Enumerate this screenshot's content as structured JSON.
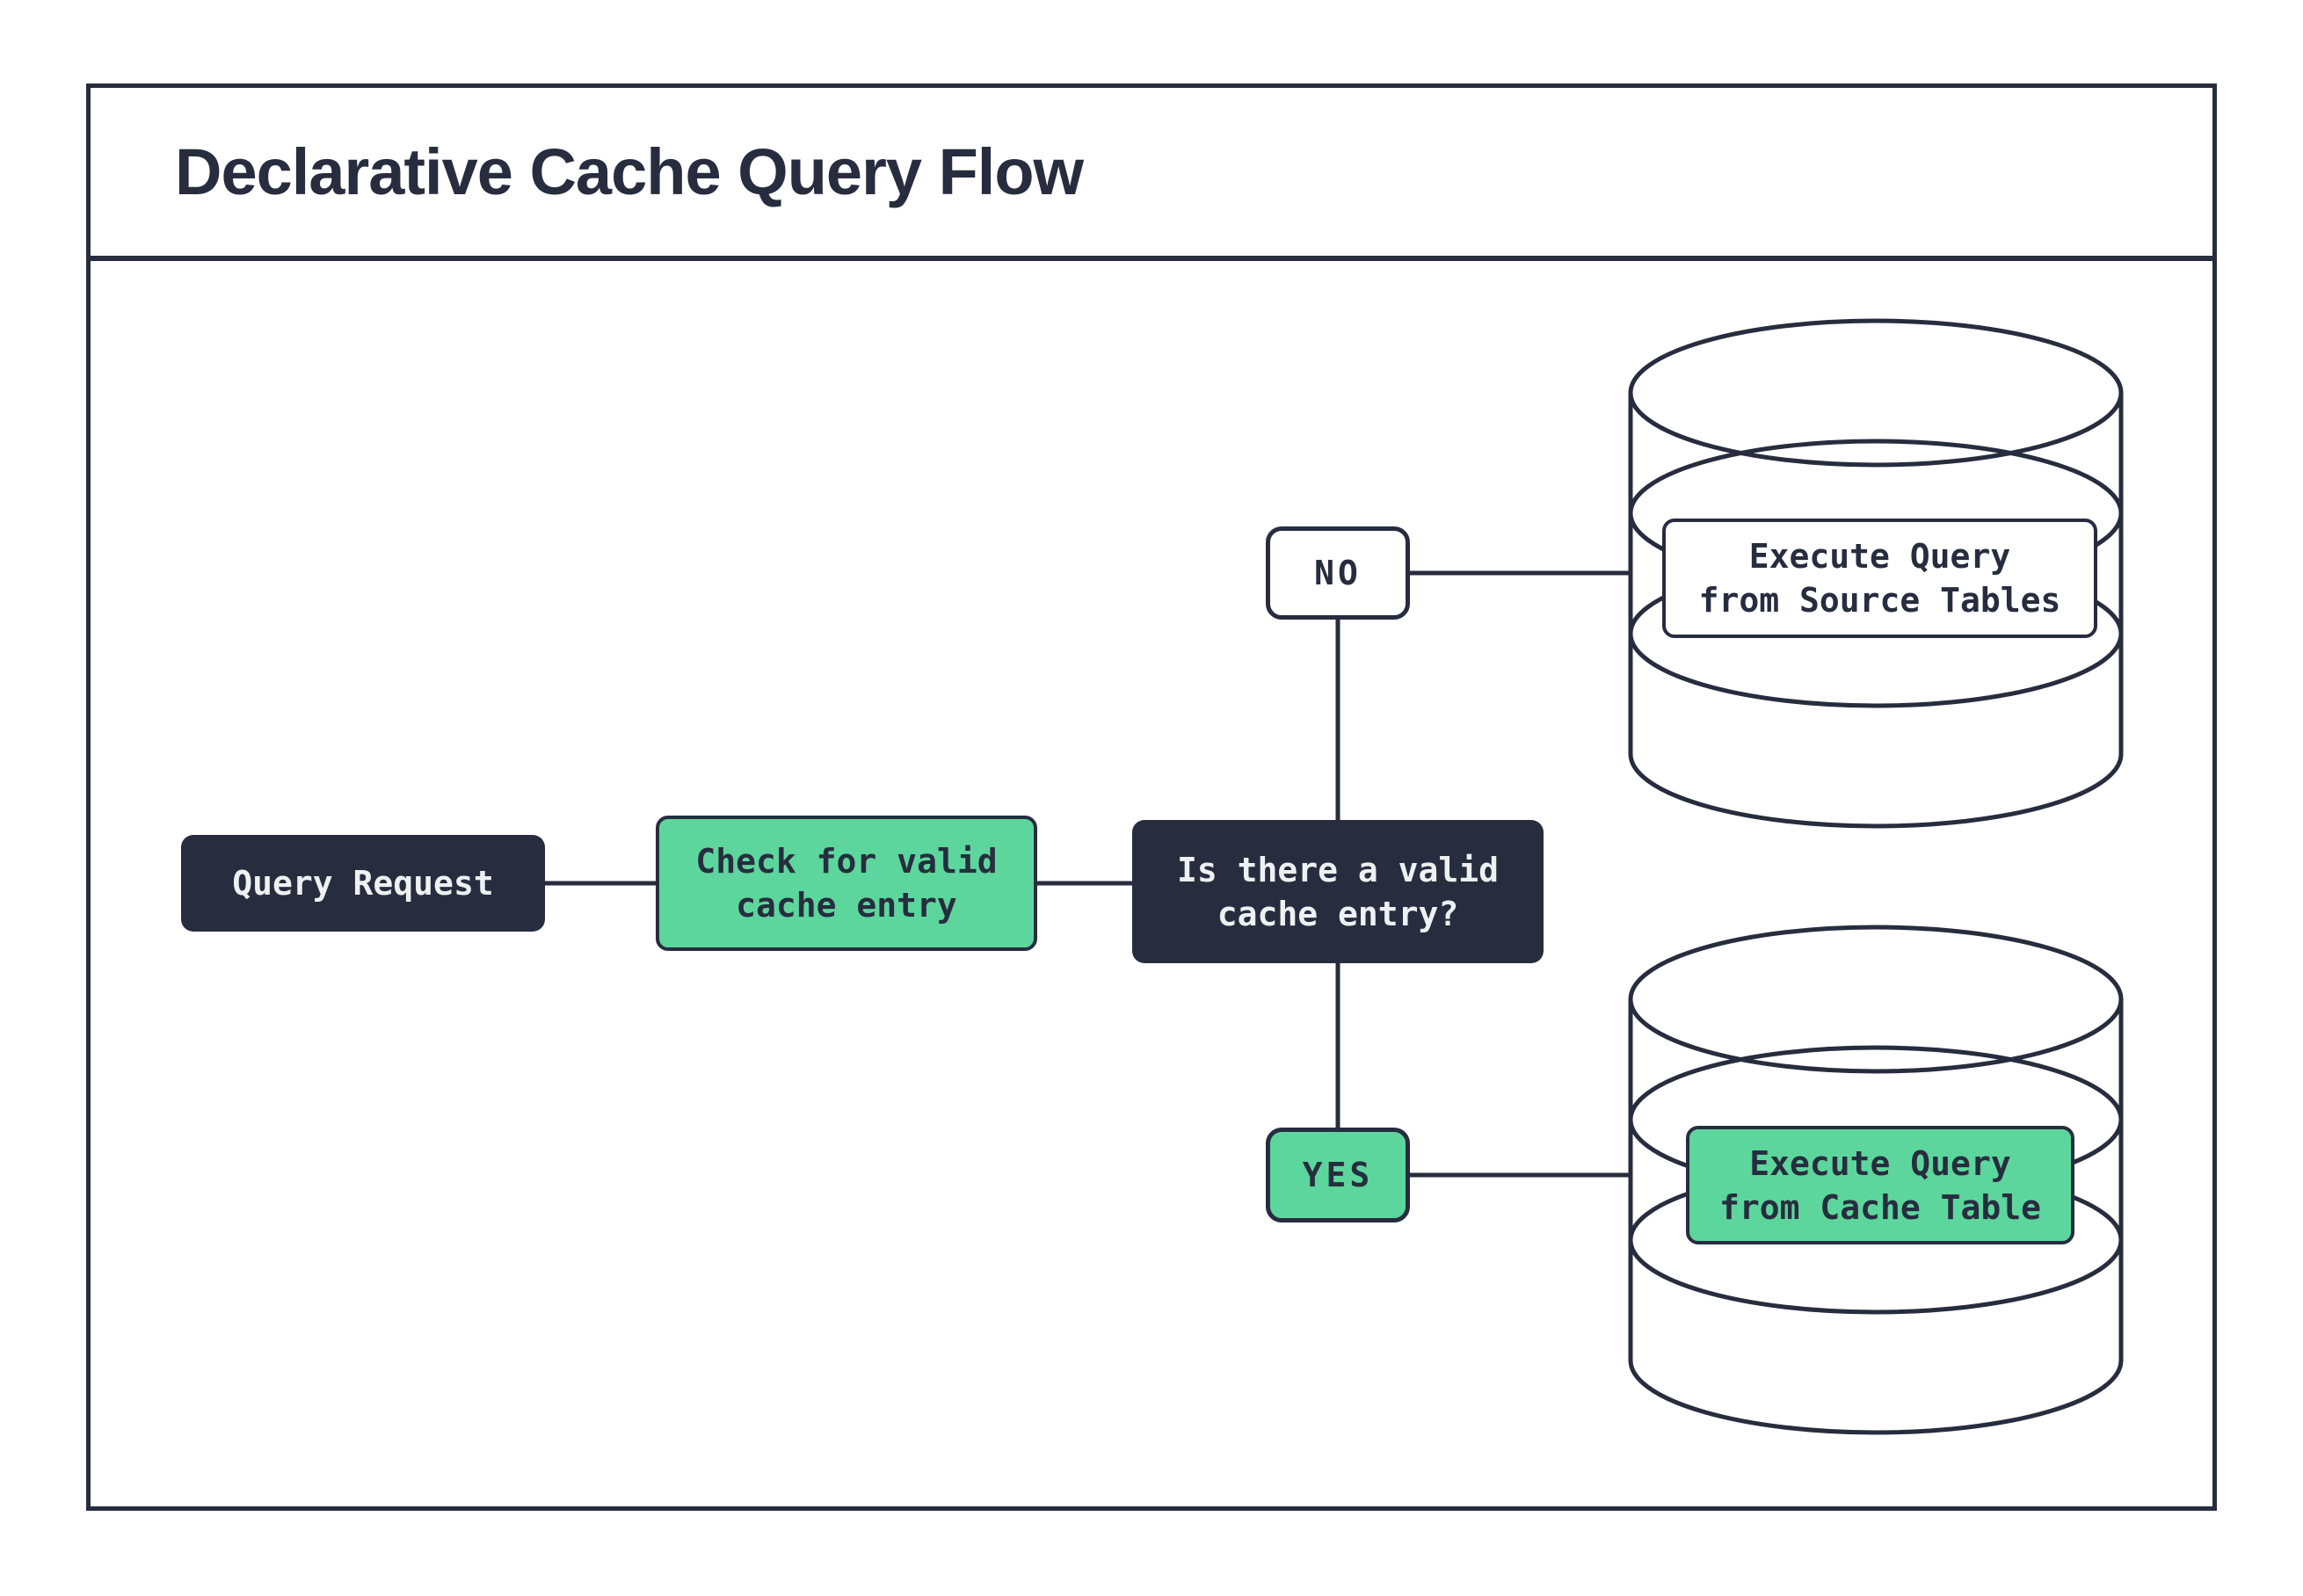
{
  "title": "Declarative Cache Query Flow",
  "colors": {
    "dark_navy": "#272d3e",
    "green": "#5dd69d",
    "white": "#ffffff",
    "light_text": "#eef0f2"
  },
  "nodes": {
    "query_request": {
      "label": "Query Request"
    },
    "check_cache": {
      "label": "Check for valid\ncache entry"
    },
    "question": {
      "label": "Is there a valid\ncache entry?"
    },
    "source_db_action": {
      "label": "Execute Query\nfrom Source Tables"
    },
    "cache_db_action": {
      "label": "Execute Query\nfrom Cache Table"
    }
  },
  "branches": {
    "no": {
      "label": "NO"
    },
    "yes": {
      "label": "YES"
    }
  }
}
